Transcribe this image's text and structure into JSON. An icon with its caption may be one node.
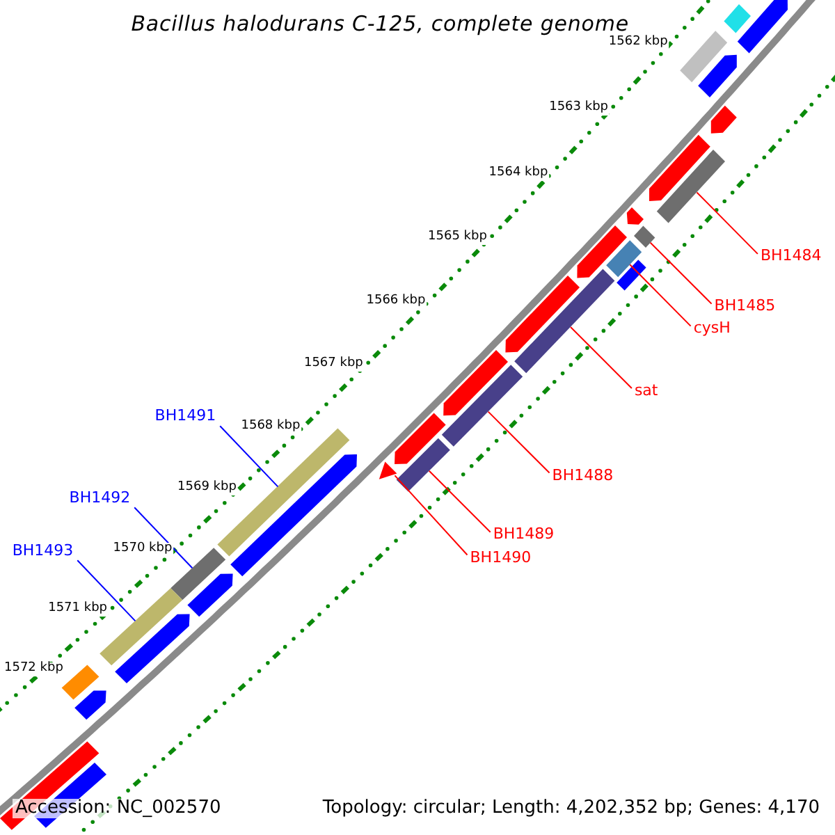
{
  "diagram": {
    "title": "Bacillus halodurans C-125, complete genome",
    "nodes": [
      {
        "text": [
          "BH1484"
        ]
      },
      {
        "text": [
          "BH1485"
        ]
      },
      {
        "text": [
          "cysH"
        ]
      },
      {
        "text": [
          "sat"
        ]
      },
      {
        "text": [
          "BH1491"
        ]
      },
      {
        "text": [
          "BH1488"
        ]
      },
      {
        "text": [
          "BH1492"
        ]
      },
      {
        "text": [
          "BH1489"
        ]
      },
      {
        "text": [
          "BH1493"
        ]
      },
      {
        "text": [
          "BH1490"
        ]
      },
      {
        "text": [],
        "shape": "bar"
      },
      {
        "text": [],
        "shape": "bar"
      },
      {
        "text": [],
        "shape": "bar"
      },
      {
        "text": [],
        "shape": "bar"
      },
      {
        "text": [],
        "shape": "bar"
      },
      {
        "text": [],
        "shape": "bar"
      },
      {
        "text": [],
        "shape": "bar"
      },
      {
        "text": [],
        "shape": "bar"
      },
      {
        "text": [],
        "shape": "bar"
      },
      {
        "text": [],
        "shape": "triangle"
      },
      {
        "text": [],
        "shape": "bar"
      },
      {
        "text": [],
        "shape": "pentagon"
      },
      {
        "text": [],
        "shape": "bar"
      },
      {
        "text": [],
        "shape": "pentagon"
      },
      {
        "text": [],
        "shape": "pentagon"
      },
      {
        "text": [],
        "shape": "pentagon"
      },
      {
        "text": [],
        "shape": "pentagon"
      },
      {
        "text": [],
        "shape": "bar"
      },
      {
        "text": [],
        "shape": "pentagon"
      },
      {
        "text": [],
        "shape": "pentagon"
      },
      {
        "text": [],
        "shape": "pentagon"
      },
      {
        "text": [],
        "shape": "pentagon"
      },
      {
        "text": [],
        "shape": "pentagon"
      },
      {
        "text": [],
        "shape": "pentagon"
      },
      {
        "text": [],
        "shape": "pentagon"
      },
      {
        "text": [],
        "shape": "pentagon"
      },
      {
        "text": [],
        "shape": "bar"
      },
      {
        "text": [],
        "shape": "bar"
      },
      {
        "text": [],
        "shape": "bar"
      }
    ],
    "edges": [
      {
        "from": 0,
        "to": 10,
        "arrow": "none"
      },
      {
        "from": 1,
        "to": 11,
        "arrow": "none"
      },
      {
        "from": 2,
        "to": 12,
        "arrow": "none"
      },
      {
        "from": 3,
        "to": 13,
        "arrow": "none"
      },
      {
        "from": 4,
        "to": 14,
        "arrow": "none",
        "color": "#0000ff"
      },
      {
        "from": 5,
        "to": 15,
        "arrow": "none"
      },
      {
        "from": 6,
        "to": 16,
        "arrow": "none",
        "color": "#0000ff"
      },
      {
        "from": 7,
        "to": 17,
        "arrow": "none"
      },
      {
        "from": 8,
        "to": 18,
        "arrow": "none",
        "color": "#0000ff"
      },
      {
        "from": 9,
        "to": 19,
        "arrow": "none"
      }
    ],
    "labels": [
      "1562 kbp",
      "1563 kbp",
      "1564 kbp",
      "1565 kbp",
      "1566 kbp",
      "1567 kbp",
      "1568 kbp",
      "1569 kbp",
      "1570 kbp",
      "1571 kbp",
      "1572 kbp",
      "Accession: NC_002570",
      "Topology: circular; Length: 4,202,352 bp; Genes: 4,170"
    ]
  }
}
